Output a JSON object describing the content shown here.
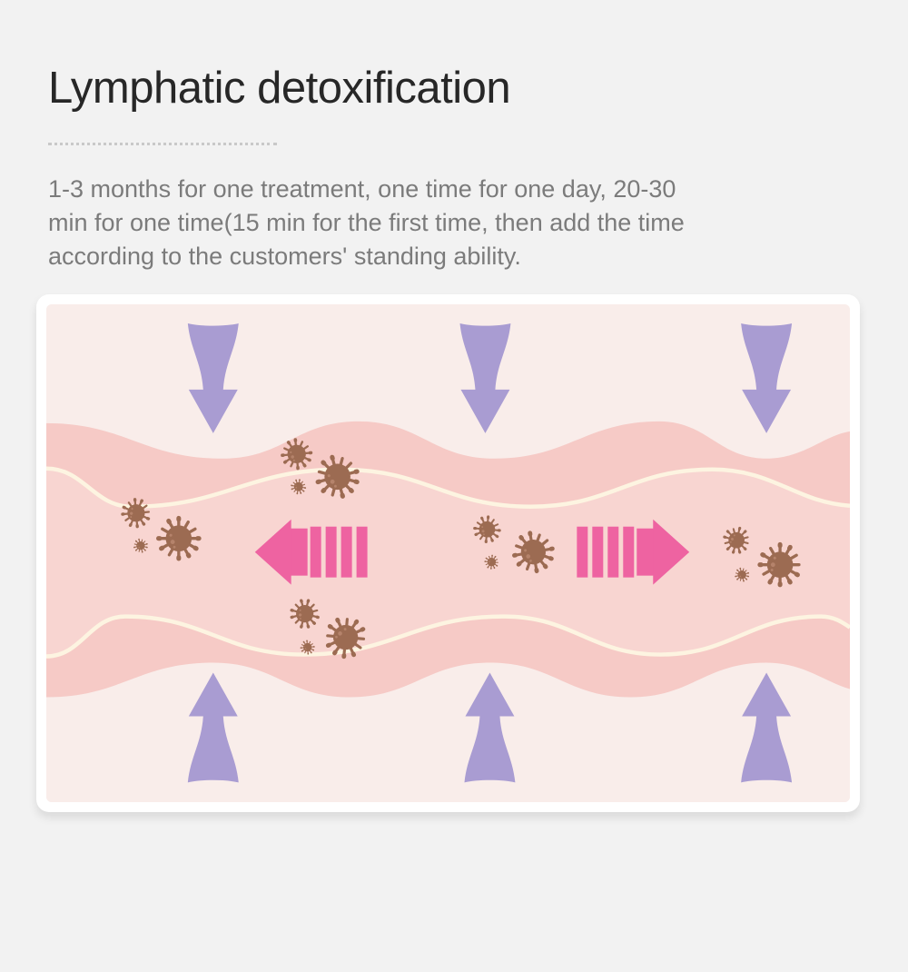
{
  "title": "Lymphatic detoxification",
  "description": {
    "lines": [
      "1-3 months for one treatment, one time for one day, 20-30",
      "min for one time(15 min for the first time, then add the time",
      "according to the customers' standing ability."
    ]
  },
  "illustration": {
    "name": "lymphatic-vessel-diagram",
    "colors": {
      "page_bg": "#f2f2f2",
      "card_bg": "#ffffff",
      "canvas_bg": "#f9edea",
      "vessel_outer": "#f6cac6",
      "vessel_inner": "#f8d5d1",
      "vessel_line": "#fdf4e1",
      "pressure_arrow": "#a99cd2",
      "flow_arrow": "#ee63a1",
      "germ": "#9c6b52",
      "germ_spot": "#b5836b",
      "title_text": "#272727",
      "body_text": "#7b7b7b",
      "divider": "#c9c9c9"
    }
  }
}
